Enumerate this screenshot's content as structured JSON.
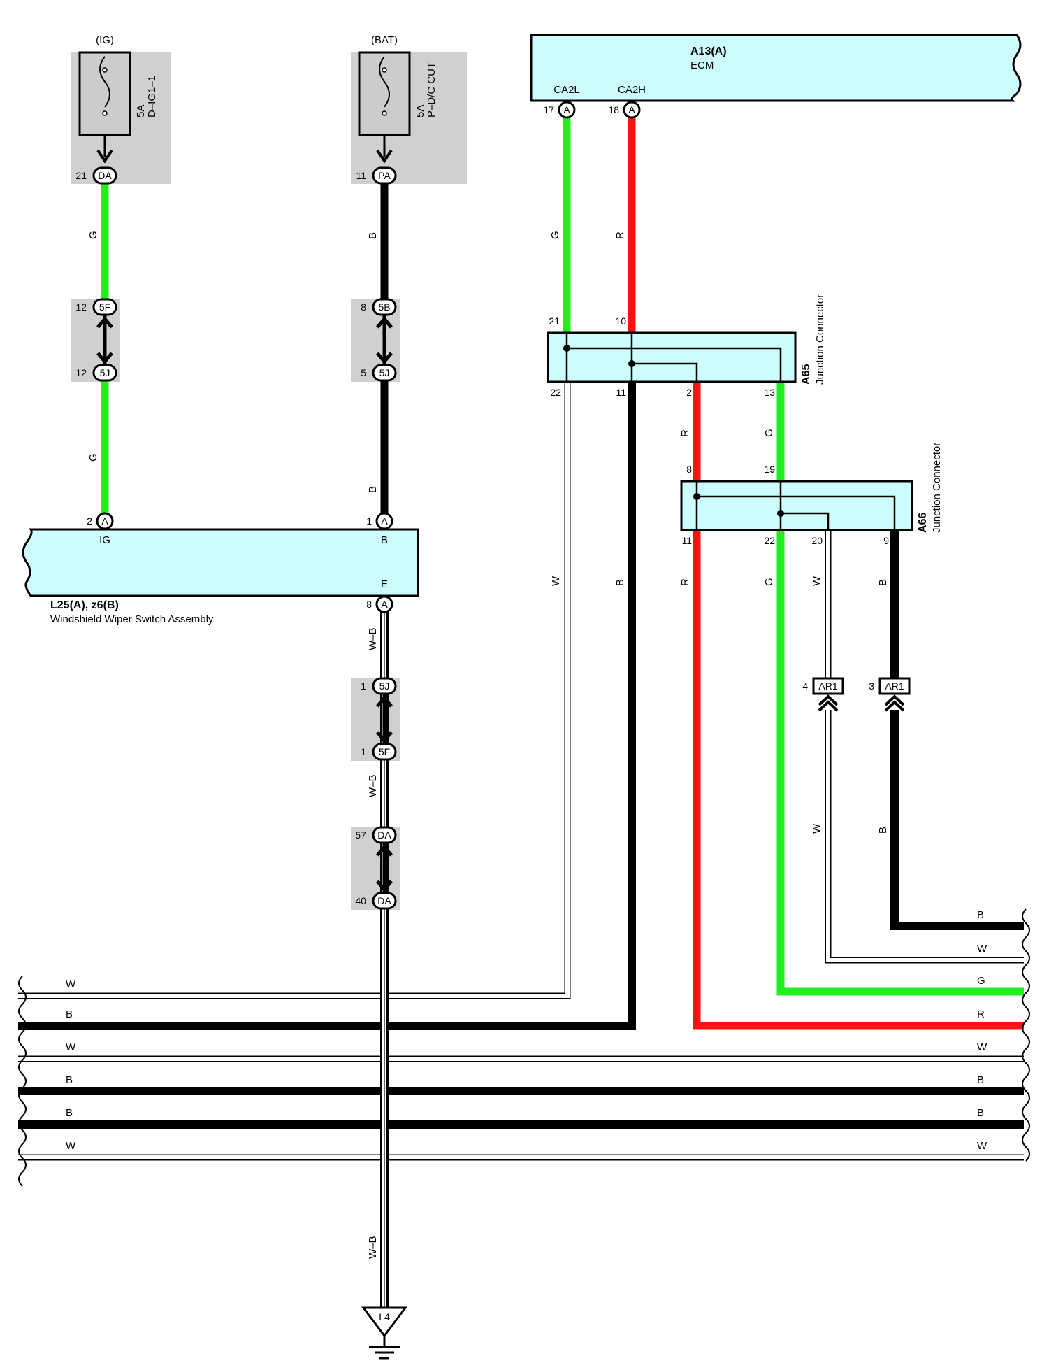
{
  "colors": {
    "G": "#22ee22",
    "R": "#ff1111",
    "B": "#000000",
    "W": "#ffffff",
    "component_fill": "#ccfcfc",
    "shade": "#d0d0d0"
  },
  "fuse_ig": {
    "source": "(IG)",
    "rating": "5A",
    "name": "D–IG1–1"
  },
  "fuse_bat": {
    "source": "(BAT)",
    "rating": "5A",
    "name": "P–D/C CUT"
  },
  "ecm": {
    "ref": "A13(A)",
    "name": "ECM",
    "pin_a_name": "CA2L",
    "pin_b_name": "CA2H",
    "pin_a_no": "17",
    "pin_b_no": "18",
    "pin_code": "A"
  },
  "a65": {
    "ref": "A65",
    "name": "Junction Connector",
    "pin_in_1": "21",
    "pin_in_2": "10",
    "pin_out_1": "22",
    "pin_out_2": "11",
    "pin_out_3": "2",
    "pin_out_4": "13"
  },
  "a66": {
    "ref": "A66",
    "name": "Junction Connector",
    "pin_in_1": "8",
    "pin_in_2": "19",
    "pin_out_1": "11",
    "pin_out_2": "22",
    "pin_out_3": "20",
    "pin_out_4": "9"
  },
  "wiper_switch": {
    "ref": "L25(A), z6(B)",
    "name": "Windshield Wiper Switch Assembly",
    "pin_ig_name": "IG",
    "pin_b_name": "B",
    "pin_e_name": "E",
    "pin_ig_no": "2",
    "pin_b_no": "1",
    "pin_e_no": "8",
    "pin_code": "A"
  },
  "connectors": {
    "da21": {
      "no": "21",
      "code": "DA"
    },
    "pa11": {
      "no": "11",
      "code": "PA"
    },
    "f5_12": {
      "no": "12",
      "code": "5F"
    },
    "j5_12": {
      "no": "12",
      "code": "5J"
    },
    "b5_8": {
      "no": "8",
      "code": "5B"
    },
    "j5_5": {
      "no": "5",
      "code": "5J"
    },
    "j5_1": {
      "no": "1",
      "code": "5J"
    },
    "f5_1": {
      "no": "1",
      "code": "5F"
    },
    "da57": {
      "no": "57",
      "code": "DA"
    },
    "da40": {
      "no": "40",
      "code": "DA"
    },
    "ar1_4": {
      "no": "4",
      "code": "AR1"
    },
    "ar1_3": {
      "no": "3",
      "code": "AR1"
    }
  },
  "wire_labels": {
    "g1": "G",
    "g2": "G",
    "b1": "B",
    "b2": "B",
    "ecm_g": "G",
    "ecm_r": "R",
    "a65_r": "R",
    "a65_g": "G",
    "a66_w_left": "W",
    "a66_b_left": "B",
    "a66_r": "R",
    "a66_g": "G",
    "a66_w": "W",
    "a66_b": "B",
    "ar1_w": "W",
    "ar1_b": "B",
    "wb1": "W–B",
    "wb2": "W–B",
    "wb3": "W–B"
  },
  "buses": [
    {
      "color": "B",
      "left": "",
      "right": "B"
    },
    {
      "color": "W",
      "left": "",
      "right": "W"
    },
    {
      "color": "G",
      "left": "",
      "right": "G"
    },
    {
      "color": "W",
      "left": "W",
      "right": ""
    },
    {
      "color": "B",
      "left": "B",
      "right": ""
    },
    {
      "color": "R",
      "left": "",
      "right": "R"
    },
    {
      "color": "W",
      "left": "W",
      "right": "W"
    },
    {
      "color": "B",
      "left": "B",
      "right": "B"
    },
    {
      "color": "B",
      "left": "B",
      "right": "B"
    },
    {
      "color": "W",
      "left": "W",
      "right": "W"
    }
  ],
  "ground": {
    "code": "L4"
  }
}
